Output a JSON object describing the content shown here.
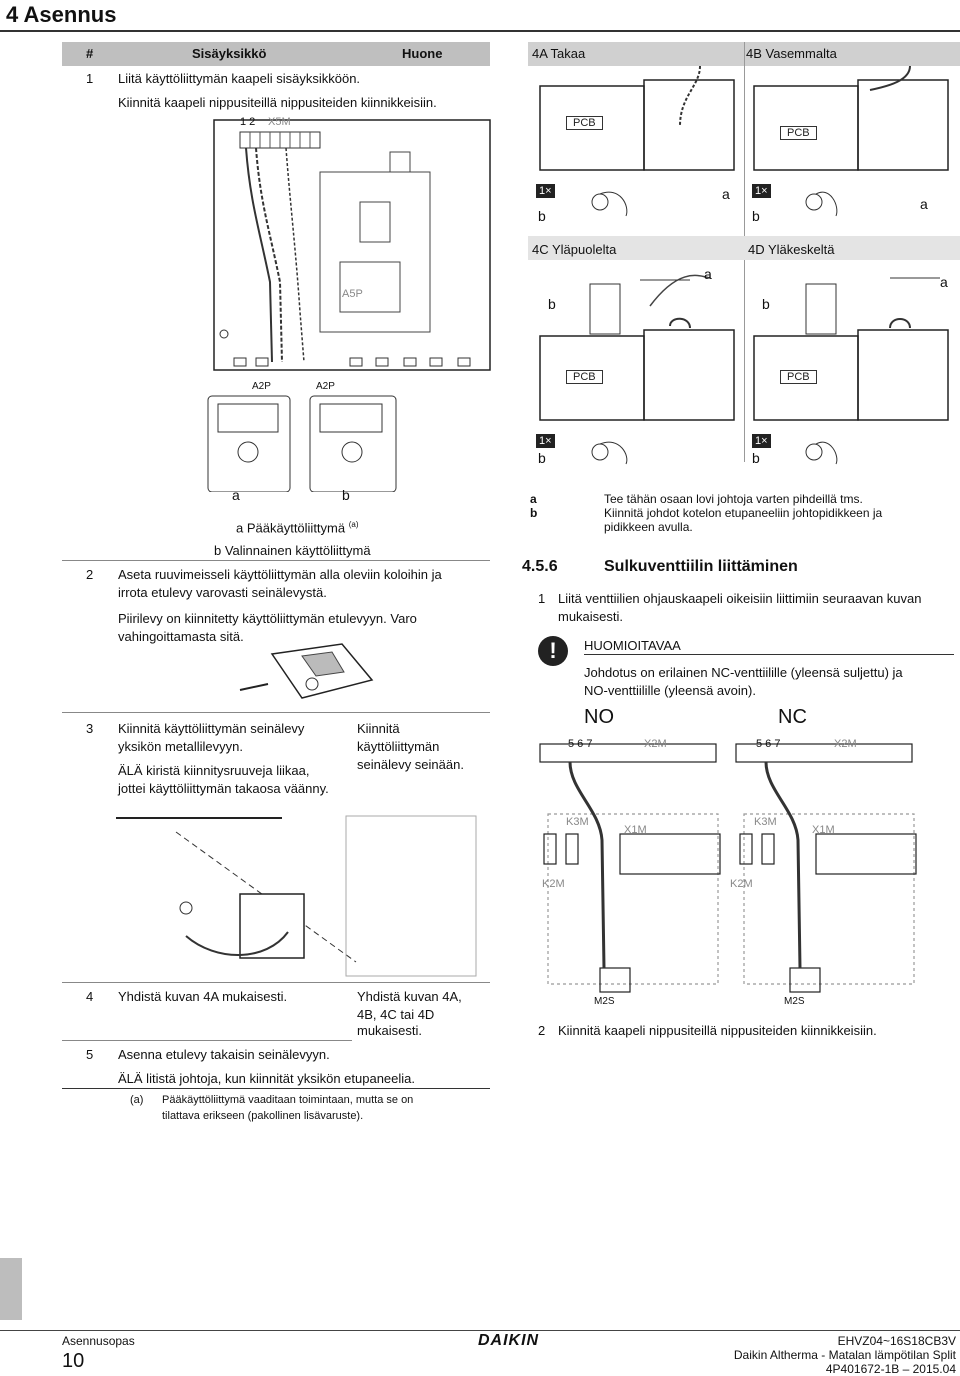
{
  "header": {
    "title": "4 Asennus"
  },
  "table": {
    "col_num": "#",
    "col_unit": "Sisäyksikkö",
    "col_room": "Huone",
    "row1": {
      "num": "1",
      "line1": "Liitä käyttöliittymän kaapeli sisäyksikköön.",
      "line2": "Kiinnitä kaapeli nippusiteillä nippusiteiden kiinnikkeisiin."
    },
    "fig1": {
      "x5m": "X5M",
      "nums": "1 2",
      "a5p": "A5P",
      "a2p_1": "A2P",
      "a2p_2": "A2P",
      "a": "a",
      "b": "b"
    },
    "legend_a": "a Pääkäyttöliittymä",
    "legend_a_sup": "(a)",
    "legend_b": "b Valinnainen käyttöliittymä",
    "row2": {
      "num": "2",
      "line1": "Aseta ruuvimeisseli käyttöliittymän alla oleviin koloihin ja",
      "line2": "irrota etulevy varovasti seinälevystä.",
      "line3": "Piirilevy on kiinnitetty käyttöliittymän etulevyyn. Varo",
      "line4": "vahingoittamasta sitä."
    },
    "row3": {
      "num": "3",
      "line1": "Kiinnitä käyttöliittymän seinälevy",
      "line2": "yksikön metallilevyyn.",
      "line3": "ÄLÄ kiristä kiinnitysruuveja liikaa,",
      "line4": "jottei käyttöliittymän takaosa väänny.",
      "room1": "Kiinnitä",
      "room2": "käyttöliittymän",
      "room3": "seinälevy seinään."
    },
    "row4": {
      "num": "4",
      "text": "Yhdistä kuvan 4A mukaisesti.",
      "room1": "Yhdistä kuvan 4A,",
      "room2": "4B, 4C tai 4D",
      "room3": "mukaisesti."
    },
    "row5": {
      "num": "5",
      "text": "Asenna etulevy takaisin seinälevyyn.",
      "note": "ÄLÄ litistä johtoja, kun kiinnität yksikön etupaneelia."
    },
    "footnote": {
      "mark": "(a)",
      "line1": "Pääkäyttöliittymä vaaditaan toimintaan, mutta se on",
      "line2": "tilattava erikseen (pakollinen lisävaruste)."
    }
  },
  "panels": {
    "p4a": "4A Takaa",
    "p4b": "4B Vasemmalta",
    "p4c": "4C Yläpuolelta",
    "p4d": "4D Yläkeskeltä",
    "pcb": "PCB",
    "times": "1×",
    "a": "a",
    "b": "b"
  },
  "right": {
    "legend_a_key": "a",
    "legend_a": "Tee tähän osaan lovi johtoja varten pihdeillä tms.",
    "legend_b_key": "b",
    "legend_b1": "Kiinnitä johdot kotelon etupaneeliin johtopidikkeen ja",
    "legend_b2": "pidikkeen avulla.",
    "section_num": "4.5.6",
    "section_title": "Sulkuventtiilin liittäminen",
    "step1_num": "1",
    "step1_l1": "Liitä venttiilien ohjauskaapeli oikeisiin liittimiin seuraavan kuvan",
    "step1_l2": "mukaisesti.",
    "warn_title": "HUOMIOITAVAA",
    "warn_l1": "Johdotus on erilainen NC-venttiilille (yleensä suljettu) ja",
    "warn_l2": "NO-venttiilille (yleensä avoin).",
    "no": "NO",
    "nc": "NC",
    "x2m": "X2M",
    "k3m": "K3M",
    "x1m": "X1M",
    "k2m": "K2M",
    "m2s": "M2S",
    "t567": "5 6 7",
    "step2_num": "2",
    "step2": "Kiinnitä kaapeli nippusiteillä nippusiteiden kiinnikkeisiin."
  },
  "footer": {
    "left1": "Asennusopas",
    "page": "10",
    "brand": "DAIKIN",
    "r1": "EHVZ04~16S18CB3V",
    "r2": "Daikin Altherma - Matalan lämpötilan Split",
    "r3": "4P401672-1B – 2015.04"
  }
}
